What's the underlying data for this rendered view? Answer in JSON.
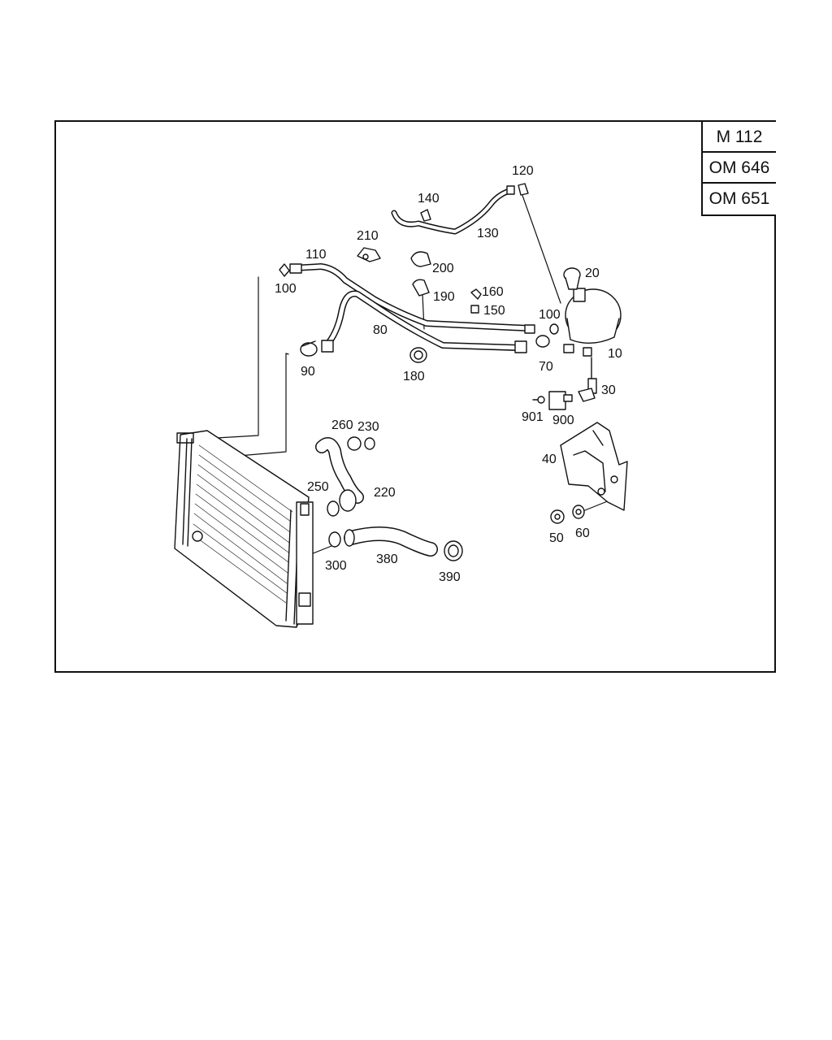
{
  "engine_codes": [
    "M 112",
    "OM 646",
    "OM 651"
  ],
  "callouts": {
    "c10": "10",
    "c20": "20",
    "c30": "30",
    "c40": "40",
    "c50": "50",
    "c60": "60",
    "c70": "70",
    "c80": "80",
    "c90": "90",
    "c100a": "100",
    "c100b": "100",
    "c110": "110",
    "c120": "120",
    "c130": "130",
    "c140": "140",
    "c150": "150",
    "c160": "160",
    "c180": "180",
    "c190": "190",
    "c200": "200",
    "c210": "210",
    "c220": "220",
    "c230": "230",
    "c250": "250",
    "c260": "260",
    "c300": "300",
    "c380": "380",
    "c390": "390",
    "c900": "900",
    "c901": "901"
  }
}
